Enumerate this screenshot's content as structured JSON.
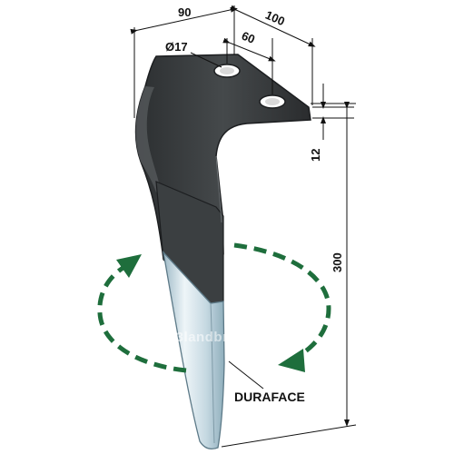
{
  "dimensions": {
    "width_90": "90",
    "width_100": "100",
    "hole_spacing_60": "60",
    "hole_diameter": "Ø17",
    "thickness_12": "12",
    "height_300": "300"
  },
  "labels": {
    "coating": "DURAFACE"
  },
  "watermark": "123landbruk.no",
  "colors": {
    "steel": "#3a3d3f",
    "steel_edge": "#202224",
    "coating_light": "#e6f0f5",
    "coating_mid": "#a9c3cf",
    "rotation_arrow": "#1e6e3c",
    "dimension_line": "#111111"
  }
}
